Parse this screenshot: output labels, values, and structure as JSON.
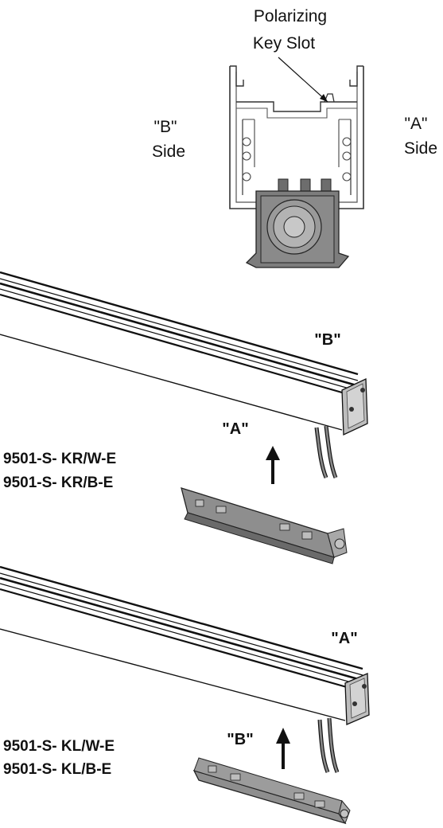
{
  "top_profile": {
    "polarizing_line1": "Polarizing",
    "polarizing_line2": "Key Slot",
    "b_side_line1": "\"B\"",
    "b_side_line2": "Side",
    "a_side_line1": "\"A\"",
    "a_side_line2": "Side"
  },
  "assembly_right": {
    "end_label": "\"B\"",
    "connector_label": "\"A\"",
    "part_1": "9501-S- KR/W-E",
    "part_2": "9501-S- KR/B-E"
  },
  "assembly_left": {
    "end_label": "\"A\"",
    "connector_label": "\"B\"",
    "part_1": "9501-S- KL/W-E",
    "part_2": "9501-S- KL/B-E"
  }
}
